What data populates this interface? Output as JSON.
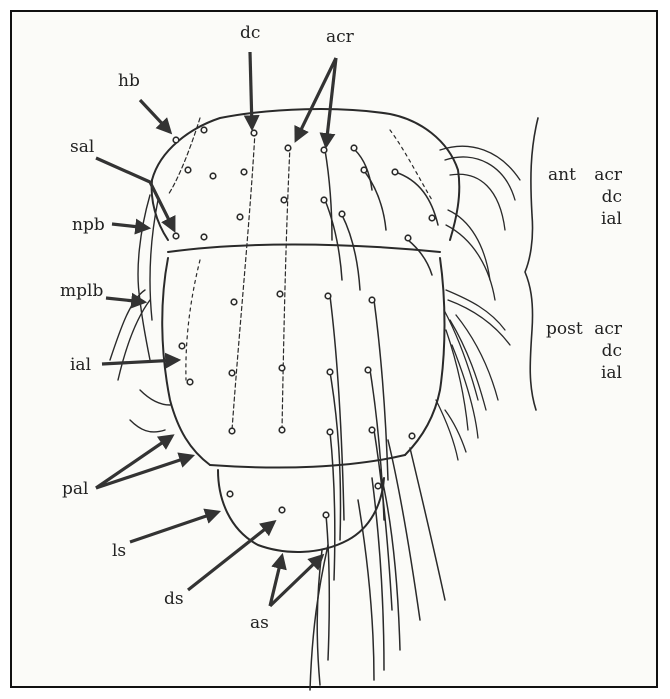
{
  "labels": {
    "hb": "hb",
    "sal": "sal",
    "npb": "npb",
    "mplb": "mplb",
    "ial": "ial",
    "pal": "pal",
    "ls": "ls",
    "ds": "ds",
    "as": "as",
    "dc": "dc",
    "acr": "acr"
  },
  "legend": {
    "ant": {
      "group": "ant",
      "lines": [
        "acr",
        "dc",
        "ial"
      ]
    },
    "post": {
      "group": "post",
      "lines": [
        "acr",
        "dc",
        "ial"
      ]
    }
  },
  "colors": {
    "ink": "#2a2a2a",
    "paper": "#fbfbf8",
    "frame": "#111111"
  }
}
